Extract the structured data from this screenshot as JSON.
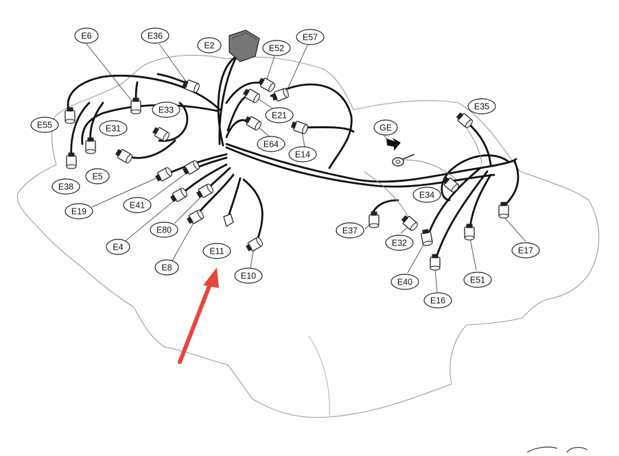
{
  "diagram": {
    "connector_labels": [
      "E6",
      "E36",
      "E2",
      "E52",
      "E57",
      "E55",
      "E33",
      "E31",
      "E21",
      "E64",
      "E14",
      "E5",
      "E38",
      "E19",
      "E41",
      "E4",
      "E80",
      "E8",
      "E11",
      "E10",
      "E35",
      "GE",
      "E34",
      "E37",
      "E32",
      "E40",
      "E16",
      "E51",
      "E17"
    ],
    "highlighted_label": "E11",
    "colors": {
      "arrow": "#e8453c",
      "outline": "#9a9a9a",
      "wire": "#111111",
      "ground_arrow": "#111111",
      "main_connector": "#777777"
    }
  }
}
